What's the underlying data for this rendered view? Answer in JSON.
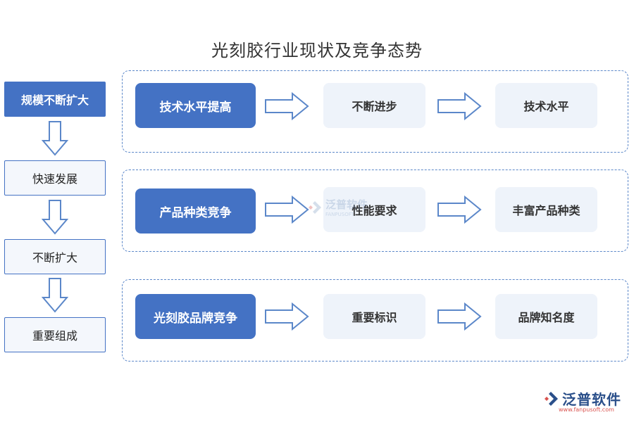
{
  "title": "光刻胶行业现状及竞争态势",
  "left_column": [
    {
      "label": "规模不断扩大",
      "style": "primary"
    },
    {
      "label": "快速发展",
      "style": "secondary"
    },
    {
      "label": "不断扩大",
      "style": "secondary"
    },
    {
      "label": "重要组成",
      "style": "secondary"
    }
  ],
  "rows": [
    {
      "main": "技术水平提高",
      "steps": [
        "不断进步",
        "技术水平"
      ]
    },
    {
      "main": "产品种类竞争",
      "steps": [
        "性能要求",
        "丰富产品种类"
      ]
    },
    {
      "main": "光刻胶品牌竞争",
      "steps": [
        "重要标识",
        "品牌知名度"
      ]
    }
  ],
  "watermark": {
    "text": "泛普软件",
    "sub": "FANPUSOFT"
  },
  "logo": {
    "text": "泛普软件",
    "url": "www.fanpusoft.com",
    "icon": "fanpu-logo-icon"
  },
  "colors": {
    "primary": "#4472c4",
    "light_box": "#eef3fa",
    "frame": "#5b87c9",
    "arrow_stroke": "#5b87c9"
  }
}
